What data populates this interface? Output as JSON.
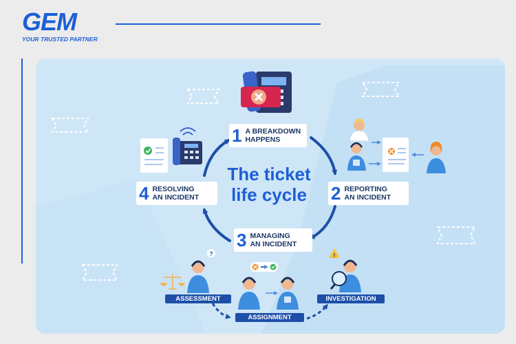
{
  "brand": {
    "name": "GEM",
    "tagline": "YOUR TRUSTED PARTNER"
  },
  "title": "The ticket\nlife cycle",
  "stages": [
    {
      "number": "1",
      "label": "A BREAKDOWN\nHAPPENS"
    },
    {
      "number": "2",
      "label": "REPORTING\nAN INCIDENT"
    },
    {
      "number": "3",
      "label": "MANAGING\nAN INCIDENT"
    },
    {
      "number": "4",
      "label": "RESOLVING\nAN INCIDENT"
    }
  ],
  "steps": [
    {
      "label": "ASSESSMENT"
    },
    {
      "label": "ASSIGNMENT"
    },
    {
      "label": "INVESTIGATION"
    }
  ],
  "colors": {
    "brand": "#1d5fd6",
    "dark_blue": "#1d4fa8",
    "panel": "#cfe6f7",
    "text_dark": "#1b3766",
    "error_red": "#d6254e",
    "success_green": "#3fb55a",
    "alert_orange": "#f08a24"
  },
  "icons": [
    "broken-phone-icon",
    "phone-icon",
    "document-check-icon",
    "document-error-icon",
    "question-icon",
    "warning-icon",
    "magnifier-icon",
    "scales-icon",
    "person-icon",
    "support-agent-icon"
  ]
}
